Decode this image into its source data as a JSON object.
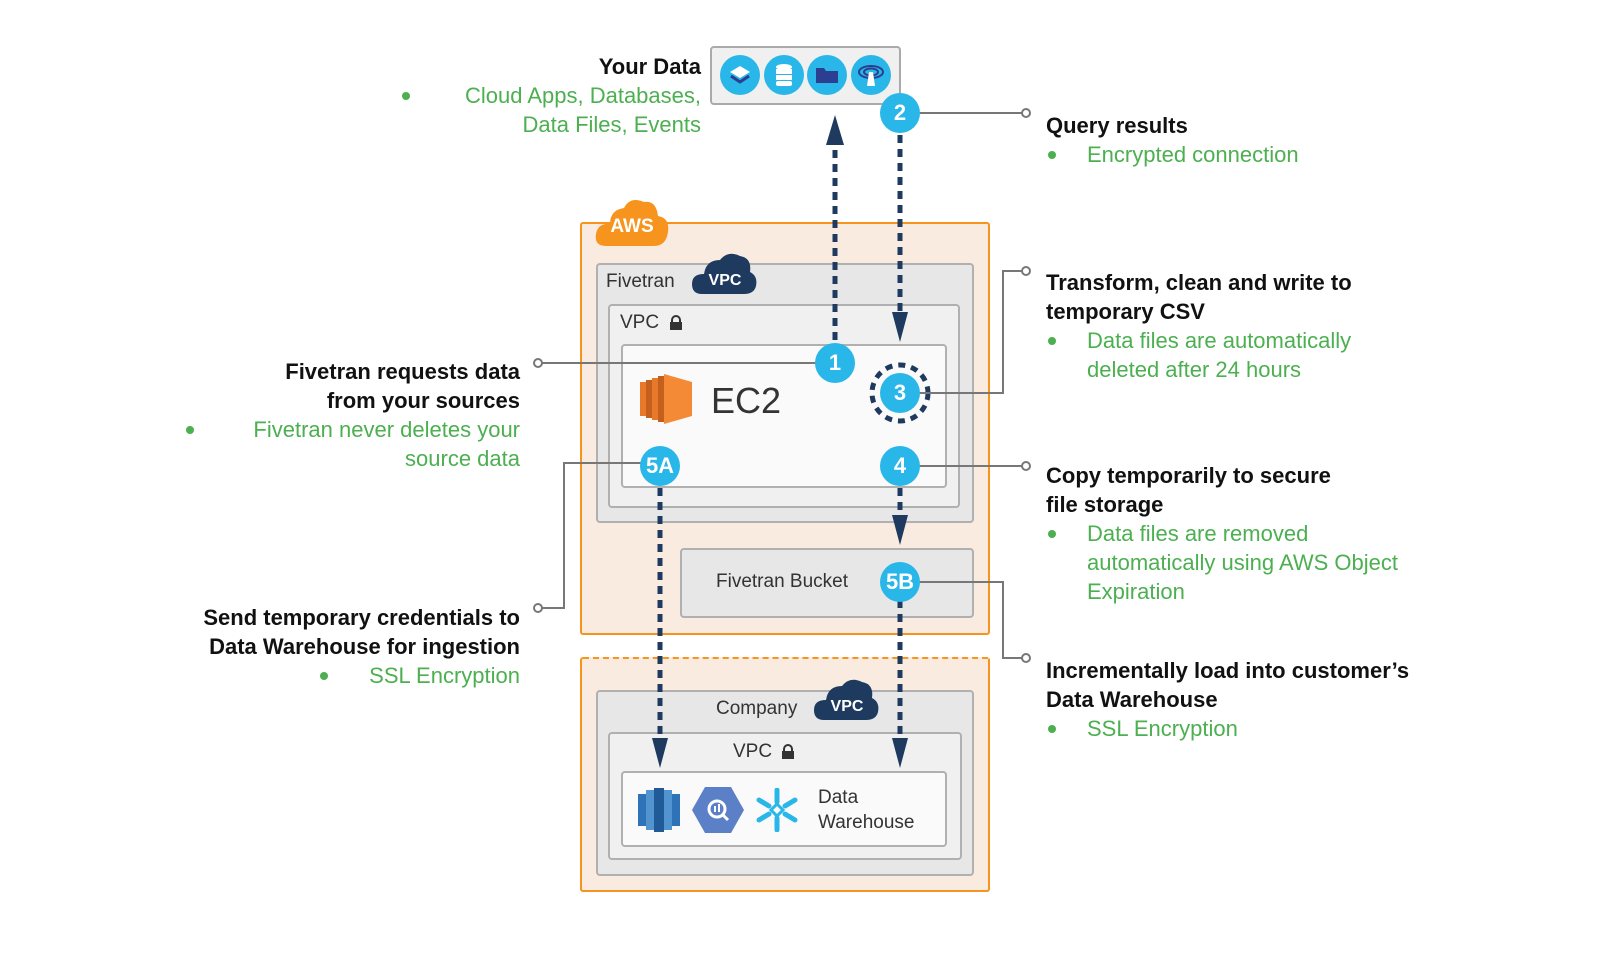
{
  "source": {
    "title": "Your Data",
    "bullet_line1": "Cloud Apps, Databases,",
    "bullet_line2": "Data Files, Events",
    "icons": [
      "layers-icon",
      "database-icon",
      "folder-icon",
      "broadcast-icon"
    ]
  },
  "aws": {
    "badge": "AWS",
    "fivetran_vpc": {
      "title": "Fivetran",
      "cloud_label": "VPC",
      "inner_label": "VPC"
    },
    "ec2_label": "EC2",
    "bucket_label": "Fivetran Bucket",
    "company_vpc": {
      "title": "Company",
      "cloud_label": "VPC",
      "inner_label": "VPC"
    },
    "warehouse_label_line1": "Data",
    "warehouse_label_line2": "Warehouse",
    "warehouse_icons": [
      "redshift-icon",
      "bigquery-icon",
      "snowflake-icon"
    ]
  },
  "steps": [
    {
      "id": "1",
      "heading_line1": "Fivetran requests data",
      "heading_line2": "from your sources",
      "bullet_line1": "Fivetran never deletes your",
      "bullet_line2": "source data"
    },
    {
      "id": "2",
      "heading_line1": "Query results",
      "bullet_line1": "Encrypted connection"
    },
    {
      "id": "3",
      "heading_line1": "Transform, clean and write to",
      "heading_line2": "temporary CSV",
      "bullet_line1": "Data files are automatically",
      "bullet_line2": "deleted after 24 hours"
    },
    {
      "id": "4",
      "heading_line1": "Copy temporarily to secure",
      "heading_line2": "file storage",
      "bullet_line1": "Data files are removed",
      "bullet_line2": "automatically using AWS Object",
      "bullet_line3": "Expiration"
    },
    {
      "id": "5A",
      "heading_line1": "Send temporary credentials to",
      "heading_line2": "Data Warehouse for ingestion",
      "bullet_line1": "SSL Encryption"
    },
    {
      "id": "5B",
      "heading_line1": "Incrementally load into customer’s",
      "heading_line2": "Data Warehouse",
      "bullet_line1": "SSL Encryption"
    }
  ],
  "colors": {
    "aws_orange": "#f7941d",
    "step_blue": "#29b6e8",
    "arrow_navy": "#1e3a5f",
    "note_green": "#4caf50"
  }
}
